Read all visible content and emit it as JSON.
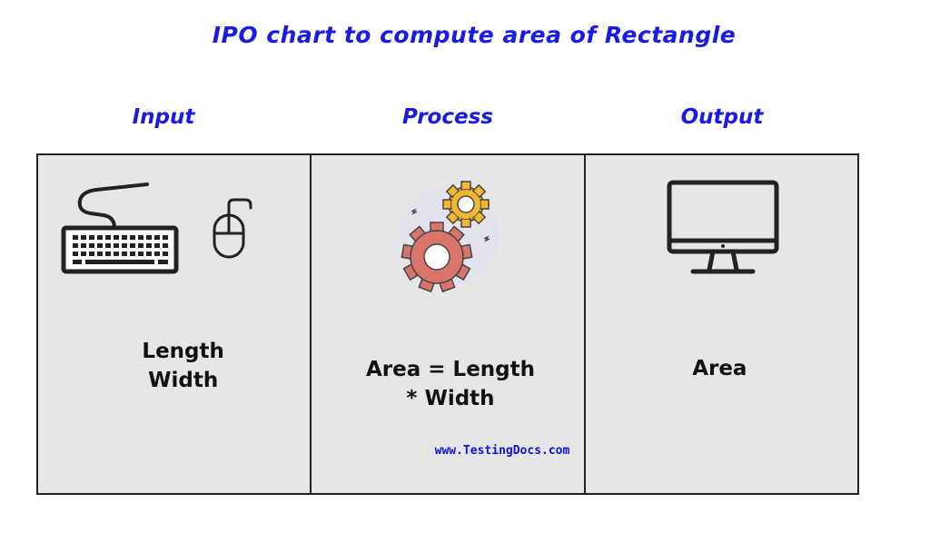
{
  "title": "IPO chart to compute area of Rectangle",
  "colors": {
    "heading": "#1a1ae6",
    "cell_bg": "#e6e6e6",
    "border": "#222222",
    "link": "#1010e0",
    "gear_large": "#d9746a",
    "gear_small": "#f2b630",
    "gear_bg": "#e3e3ee"
  },
  "columns": [
    {
      "header": "Input",
      "text": "Length\nWidth",
      "icons": [
        "keyboard-icon",
        "mouse-icon"
      ]
    },
    {
      "header": "Process",
      "text": "Area = Length\n* Width",
      "icons": [
        "gears-icon"
      ]
    },
    {
      "header": "Output",
      "text": "Area",
      "icons": [
        "monitor-icon"
      ]
    }
  ],
  "footer_link": "www.TestingDocs.com"
}
